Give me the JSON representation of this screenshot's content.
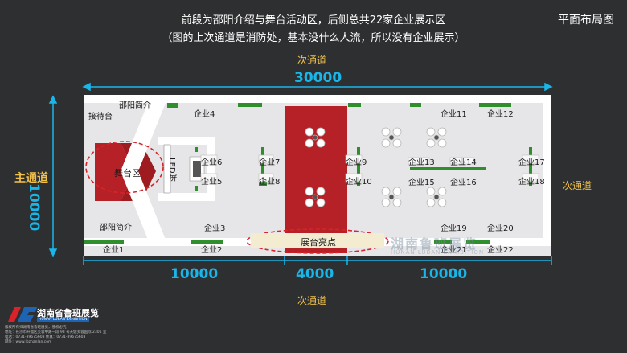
{
  "header": {
    "line1": "前段为邵阳介绍与舞台活动区，后侧总共22家企业展示区",
    "line2": "（图的上次通道是消防处，基本没什么人流，所以没有企业展示）",
    "page_title": "平面布局图"
  },
  "aisles": {
    "top": "次通道",
    "bottom": "次通道",
    "right": "次通道",
    "left": "主通道"
  },
  "dimensions": {
    "total_width": "30000",
    "height": "10000",
    "seg_left": "10000",
    "seg_mid": "4000",
    "seg_right": "10000"
  },
  "zones": {
    "reception": "接待台",
    "shaoyang_top": "邵阳简介",
    "shaoyang_bottom": "邵阳简介",
    "stage": "舞台区",
    "led": "LED屏",
    "highlight": "展台亮点"
  },
  "booths": [
    "企业1",
    "企业2",
    "企业3",
    "企业4",
    "企业5",
    "企业6",
    "企业7",
    "企业8",
    "企业9",
    "企业10",
    "企业11",
    "企业12",
    "企业13",
    "企业14",
    "企业15",
    "企业16",
    "企业17",
    "企业18",
    "企业19",
    "企业20",
    "企业21",
    "企业22"
  ],
  "watermark": {
    "cn": "湖南鲁班展览",
    "en": "HUNAN LUBAN EXHIBITION"
  },
  "footer": {
    "logo_cn": "湖南省鲁班展览",
    "logo_en": "HUNAN LUBAN EXHIBITION",
    "copyright": "版权所有归湖南省鲁班展览，侵权必究",
    "address": "地址：长沙市开福区芙蓉中路一段 98 号天健芙蓉国际 2301 室",
    "phone": "电话：0731-89675603    传真：0731-89675603",
    "web": "网址：www.lbzhanlan.com"
  },
  "colors": {
    "background": "#2e2f31",
    "floor": "#e6e6e8",
    "stage_red": "#b52126",
    "green": "#2f8f2c",
    "dimension_blue": "#19b6ea",
    "aisle_yellow": "#f0c14b"
  }
}
